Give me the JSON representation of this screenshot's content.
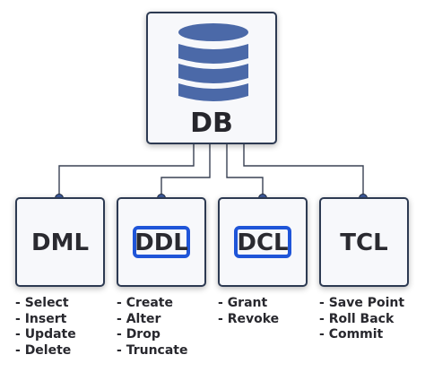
{
  "root": {
    "label": "DB",
    "icon": "database-icon"
  },
  "colors": {
    "icon_fill": "#4b69a8",
    "connector": "#3a4254",
    "dot": "#3f5b9c",
    "highlight": "#1f55d8"
  },
  "categories": [
    {
      "label": "DML",
      "highlighted": false,
      "items": [
        "Select",
        "Insert",
        "Update",
        "Delete"
      ]
    },
    {
      "label": "DDL",
      "highlighted": true,
      "items": [
        "Create",
        "Alter",
        "Drop",
        "Truncate"
      ]
    },
    {
      "label": "DCL",
      "highlighted": true,
      "items": [
        "Grant",
        "Revoke"
      ]
    },
    {
      "label": "TCL",
      "highlighted": false,
      "items": [
        "Save Point",
        "Roll Back",
        "Commit"
      ]
    }
  ]
}
